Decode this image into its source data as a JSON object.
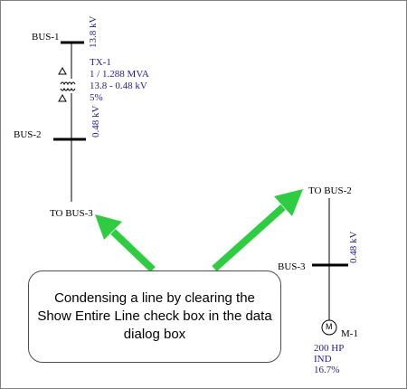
{
  "bus1": {
    "name": "BUS-1",
    "kv": "13.8 kV"
  },
  "transformer": {
    "name": "TX-1",
    "rating": "1 / 1.288 MVA",
    "voltage": "13.8 - 0.48 kV",
    "impedance": "5%"
  },
  "bus2": {
    "name": "BUS-2",
    "kv": "0.48 kV"
  },
  "left_link": {
    "label": "TO BUS-3"
  },
  "right_link": {
    "label": "TO BUS-2"
  },
  "bus3": {
    "name": "BUS-3",
    "kv": "0.48 kV"
  },
  "motor": {
    "symbol": "M",
    "name": "M-1",
    "hp": "200 HP",
    "type": "IND",
    "pct": "16.7%"
  },
  "callout": {
    "text": "Condensing a line by clearing the\nShow Entire Line check box in the data\ndialog box"
  },
  "colors": {
    "arrow": "#2ecc40",
    "label_blue": "#1f1f8f"
  }
}
